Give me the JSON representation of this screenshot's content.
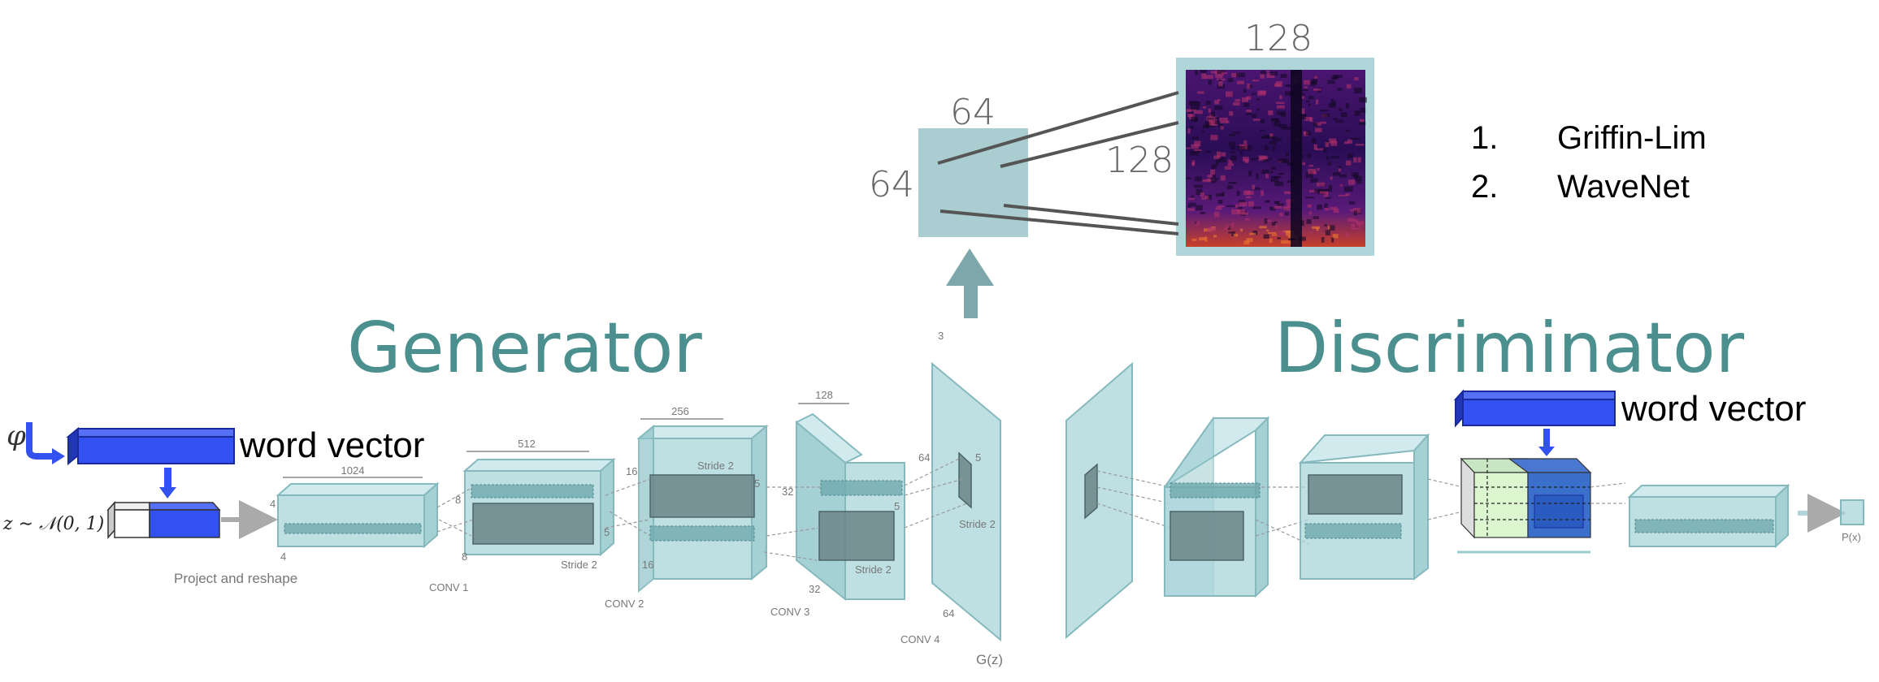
{
  "top": {
    "patch_width": "64",
    "patch_height": "64",
    "spectrogram_width": "128",
    "spectrogram_height": "128",
    "vocoders": [
      {
        "num": "1.",
        "label": "Griffin-Lim"
      },
      {
        "num": "2.",
        "label": "WaveNet"
      }
    ]
  },
  "generator": {
    "title": "Generator",
    "phi": "φ",
    "word_vector_label": "word vector",
    "z_label": "z ∼ 𝒩(0, 1)",
    "project_label": "Project and reshape",
    "dims": {
      "proj_channels": "1024",
      "proj_h": "4",
      "proj_w": "4",
      "conv1_channels": "512",
      "conv1_h": "8",
      "conv1_w": "8",
      "conv1_k": "5",
      "conv2_channels": "256",
      "conv2_h": "16",
      "conv2_w": "16",
      "conv2_k": "5",
      "conv3_channels": "128",
      "conv3_h": "32",
      "conv3_w": "32",
      "conv3_k": "5",
      "conv4_channels": "3",
      "conv4_h": "64",
      "conv4_w": "64",
      "conv4_k": "5"
    },
    "stride": "Stride 2",
    "layers": [
      "CONV 1",
      "CONV 2",
      "CONV 3",
      "CONV 4"
    ],
    "output_label": "G(z)"
  },
  "discriminator": {
    "title": "Discriminator",
    "word_vector_label": "word vector",
    "output_label": "P(x)"
  },
  "colors": {
    "teal": "#4b8f8e",
    "block": "#a9d6da",
    "word_vector": "#3350f0",
    "arrow": "#7da7aa"
  }
}
